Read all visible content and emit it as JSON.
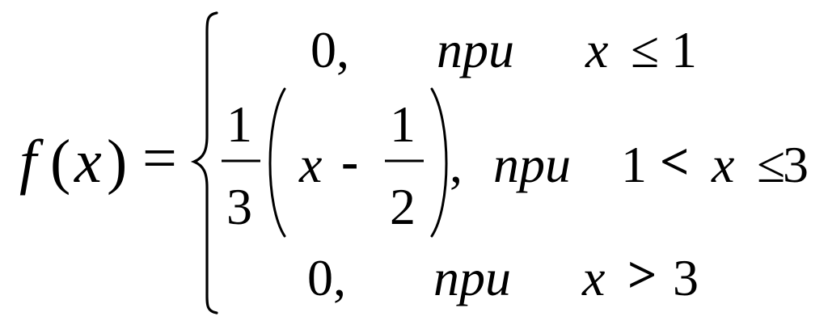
{
  "formula": {
    "lhs": {
      "func": "f",
      "open_paren": "(",
      "var": "x",
      "close_paren": ")",
      "equals": "="
    },
    "cases": [
      {
        "value": "0,",
        "cond_word": "npu",
        "cond": {
          "var": "x",
          "op": "≤",
          "right": "1"
        }
      },
      {
        "frac1": {
          "num": "1",
          "den": "3"
        },
        "open_paren": "(",
        "var": "x",
        "minus": "-",
        "frac2": {
          "num": "1",
          "den": "2"
        },
        "close_paren": "),",
        "cond_word": "npu",
        "cond": {
          "left": "1",
          "op1": "<",
          "var": "x",
          "op2": "≤",
          "right": "3"
        }
      },
      {
        "value": "0,",
        "cond_word": "npu",
        "cond": {
          "var": "x",
          "op": ">",
          "right": "3"
        }
      }
    ]
  }
}
